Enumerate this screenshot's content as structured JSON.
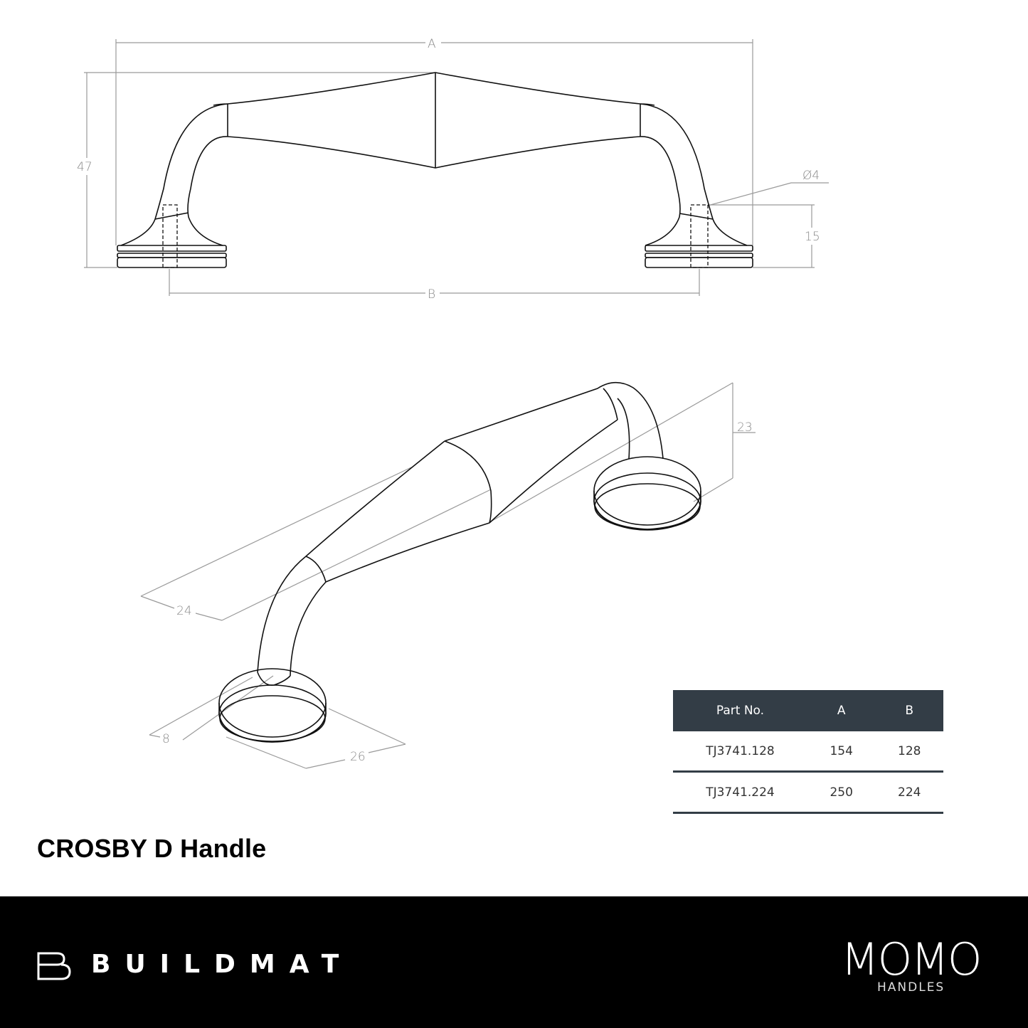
{
  "product": {
    "title": "CROSBY D Handle"
  },
  "front_view": {
    "dimensions": {
      "overall_length_label": "A",
      "hole_centres_label": "B",
      "height": "47",
      "fixing_diameter": "Ø4",
      "fixing_depth": "15"
    }
  },
  "iso_view": {
    "dimensions": {
      "grip_depth": "23",
      "grip_width": "24",
      "base_height": "8",
      "base_diameter": "26"
    }
  },
  "spec_table": {
    "headers": [
      "Part No.",
      "A",
      "B"
    ],
    "rows": [
      {
        "part_no": "TJ3741.128",
        "a": "154",
        "b": "128"
      },
      {
        "part_no": "TJ3741.224",
        "a": "250",
        "b": "224"
      }
    ],
    "header_color": "#333d46"
  },
  "footer": {
    "brand_left": "BUILDMAT",
    "brand_right": "MOMO",
    "brand_right_sub": "HANDLES",
    "background": "#000000"
  }
}
